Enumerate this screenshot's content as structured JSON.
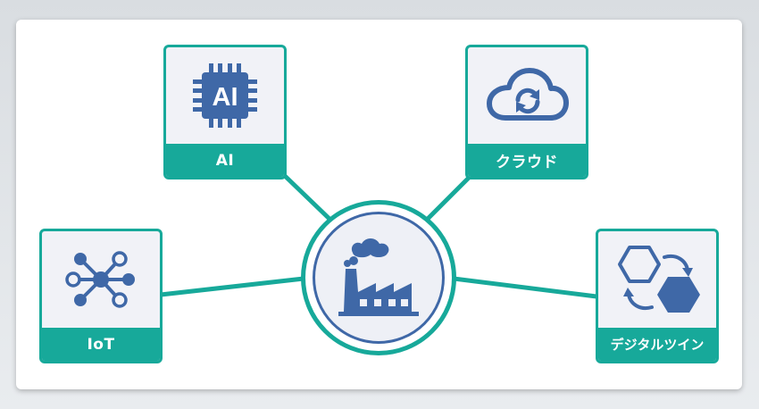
{
  "nodes": {
    "ai": {
      "label": "AI",
      "icon": "ai-chip-icon",
      "chip_text": "AI"
    },
    "cloud": {
      "label": "クラウド",
      "icon": "cloud-sync-icon"
    },
    "iot": {
      "label": "IoT",
      "icon": "network-nodes-icon"
    },
    "digital_twin": {
      "label": "デジタルツイン",
      "icon": "hexagon-cycle-icon"
    },
    "center": {
      "icon": "factory-icon"
    }
  },
  "colors": {
    "accent": "#17a99a",
    "icon": "#3f68a7",
    "card_bg": "#f1f2f7"
  }
}
